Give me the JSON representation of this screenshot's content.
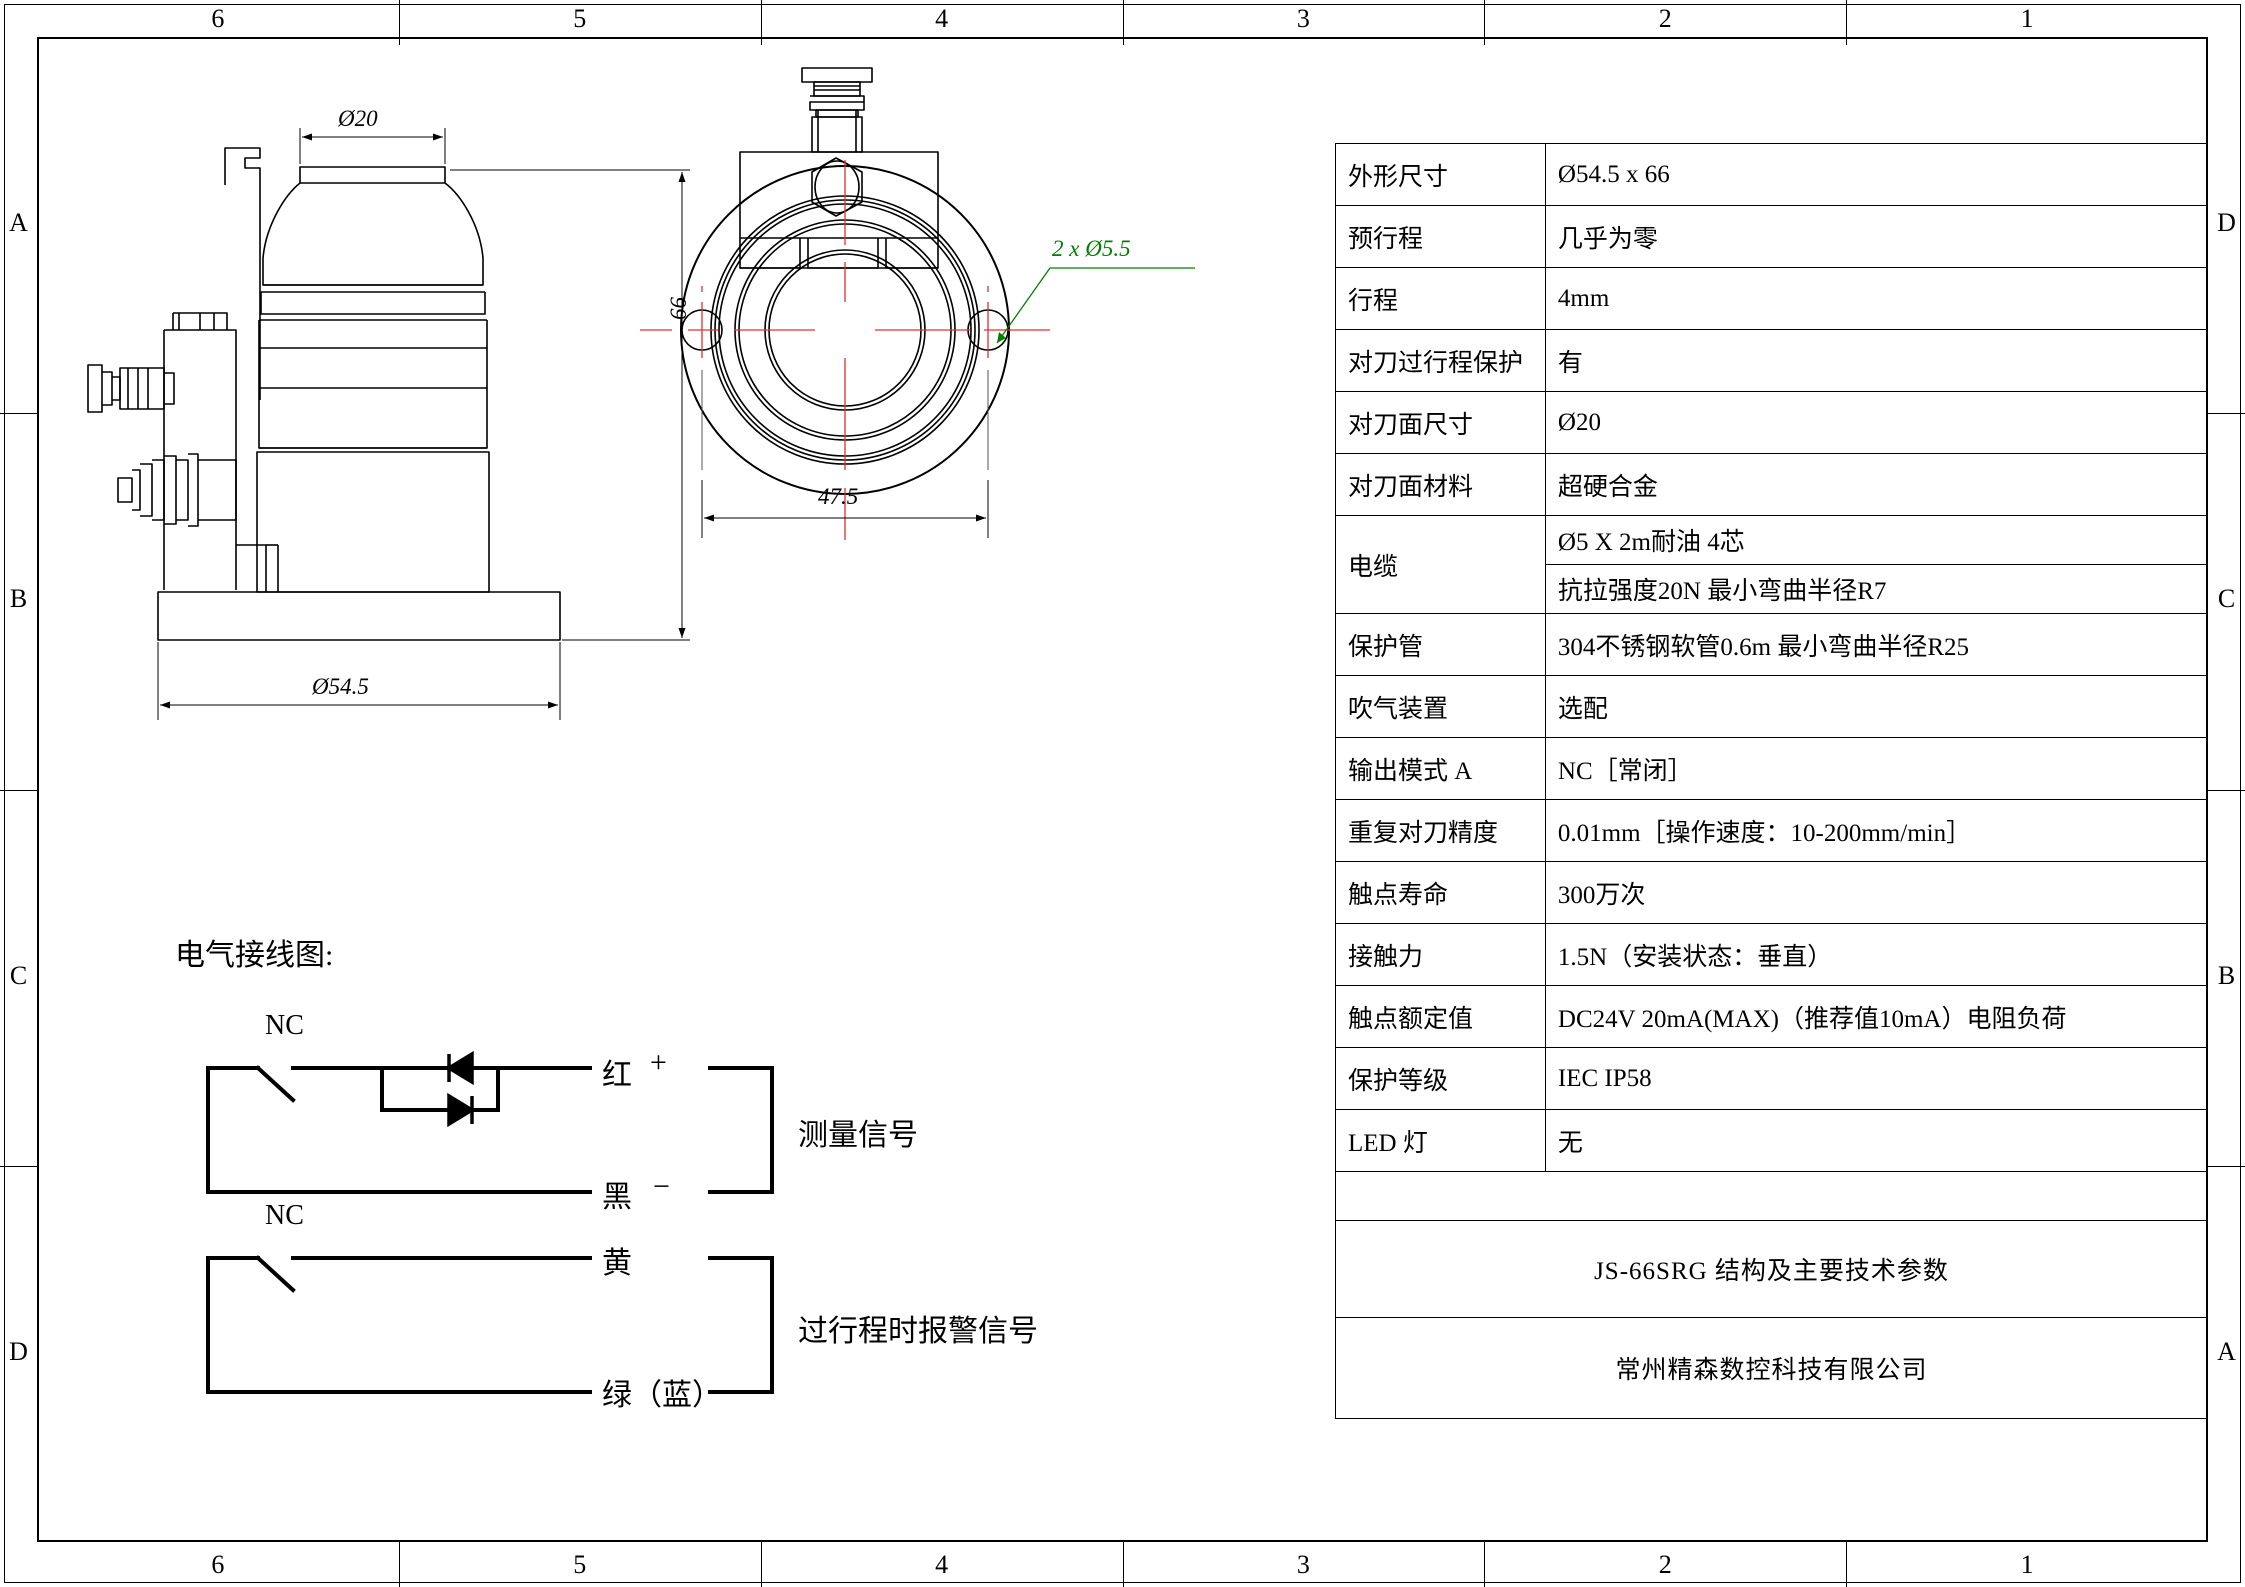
{
  "sheet": {
    "zone_letters_left": [
      "A",
      "B",
      "C",
      "D"
    ],
    "zone_letters_right": [
      "D",
      "C",
      "B",
      "A"
    ],
    "zone_numbers_top": [
      "6",
      "5",
      "4",
      "3",
      "2",
      "1"
    ],
    "zone_numbers_bottom": [
      "6",
      "5",
      "4",
      "3",
      "2",
      "1"
    ]
  },
  "drawing": {
    "side_view": {
      "dim_top_face": "Ø20",
      "dim_height": "66",
      "dim_width": "Ø54.5"
    },
    "front_view": {
      "dim_bolt_holes": "2 x Ø5.5",
      "dim_bolt_spacing": "47.5"
    }
  },
  "wiring": {
    "heading": "电气接线图:",
    "circuits": [
      {
        "contact_type": "NC",
        "terminal_top": "红",
        "terminal_top_sign": "+",
        "terminal_bottom": "黑",
        "terminal_bottom_sign": "−",
        "signal_label": "测量信号",
        "has_diodes": true
      },
      {
        "contact_type": "NC",
        "terminal_top": "黄",
        "terminal_top_sign": "",
        "terminal_bottom": "绿（蓝）",
        "terminal_bottom_sign": "",
        "signal_label": "过行程时报警信号",
        "has_diodes": false
      }
    ]
  },
  "spec_table": {
    "rows": [
      {
        "key": "外形尺寸",
        "value": "Ø54.5 x 66"
      },
      {
        "key": "预行程",
        "value": "几乎为零"
      },
      {
        "key": "行程",
        "value": "4mm"
      },
      {
        "key": "对刀过行程保护",
        "value": "有"
      },
      {
        "key": "对刀面尺寸",
        "value": "Ø20"
      },
      {
        "key": "对刀面材料",
        "value": "超硬合金"
      }
    ],
    "cable": {
      "key": "电缆",
      "value_line1": "Ø5 X 2m耐油 4芯",
      "value_line2": "抗拉强度20N 最小弯曲半径R7"
    },
    "rows_after": [
      {
        "key": "保护管",
        "value": "304不锈钢软管0.6m 最小弯曲半径R25"
      },
      {
        "key": "吹气装置",
        "value": " 选配"
      },
      {
        "key": "输出模式 A",
        "value": "NC［常闭］"
      },
      {
        "key": "重复对刀精度",
        "value": "0.01mm［操作速度：10-200mm/min］"
      },
      {
        "key": "触点寿命",
        "value": "300万次"
      },
      {
        "key": "接触力",
        "value": "1.5N（安装状态：垂直）"
      },
      {
        "key": "触点额定值",
        "value": "DC24V 20mA(MAX)（推荐值10mA）电阻负荷"
      },
      {
        "key": "保护等级",
        "value": "IEC IP58"
      },
      {
        "key": "LED 灯",
        "value": "无"
      }
    ],
    "title_block": {
      "drawing_title": "JS-66SRG 结构及主要技术参数",
      "company": "常州精森数控科技有限公司"
    }
  },
  "colors": {
    "annotation_green": "#008000",
    "centerline_red": "#e03030",
    "line_black": "#000000"
  }
}
